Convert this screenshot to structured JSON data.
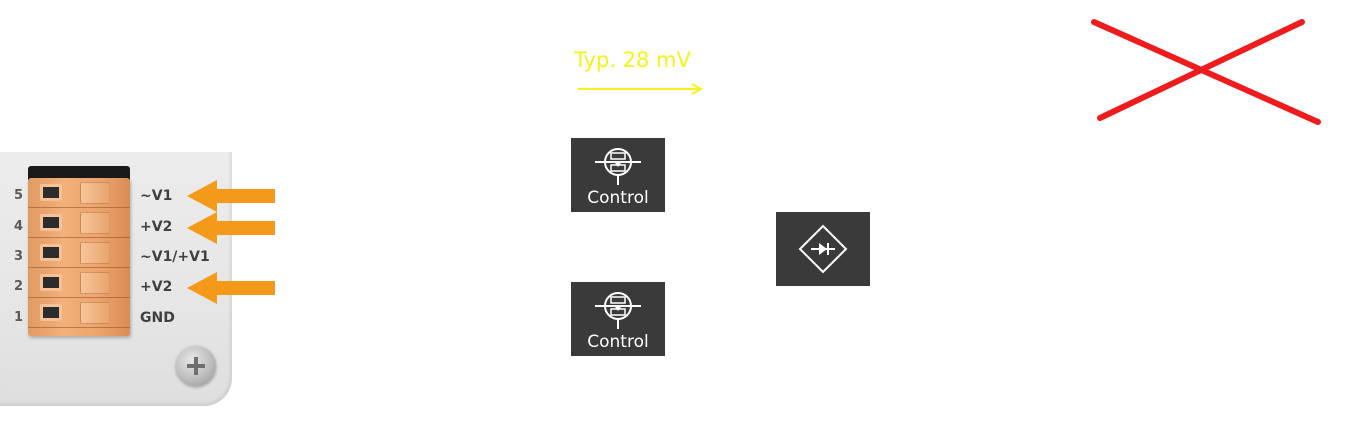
{
  "terminal_block": {
    "pins": [
      {
        "number": "5",
        "label": "~V1",
        "arrow": true
      },
      {
        "number": "4",
        "label": "+V2",
        "arrow": true
      },
      {
        "number": "3",
        "label": "~V1/+V1",
        "arrow": false
      },
      {
        "number": "2",
        "label": "+V2",
        "arrow": true
      },
      {
        "number": "1",
        "label": "GND",
        "arrow": false
      }
    ]
  },
  "voltage_drop": {
    "label": "Typ. 28 mV"
  },
  "control_blocks": [
    {
      "label": "Control",
      "icon": "mosfet-icon"
    },
    {
      "label": "Control",
      "icon": "mosfet-icon"
    }
  ],
  "diode_block": {
    "icon": "diode-icon"
  },
  "status_mark": {
    "icon": "cross-icon"
  },
  "colors": {
    "arrow": "#f39a1b",
    "voltage_text": "#f6f21a",
    "cross": "#ee1c1c",
    "icon_box": "#3a3a3a",
    "connector": "#eca46c"
  }
}
